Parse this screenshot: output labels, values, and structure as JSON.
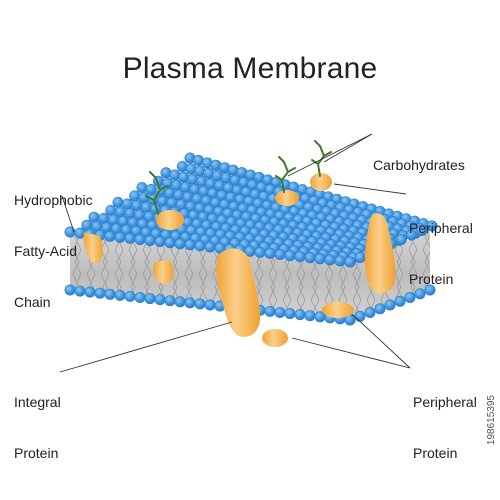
{
  "title": "Plasma Membrane",
  "labels": {
    "hydrophobic_chain": [
      "Hydrophobic",
      "Fatty-Acid",
      "Chain"
    ],
    "carbohydrates": [
      "Carbohydrates"
    ],
    "peripheral_protein_top": [
      "Peripheral",
      "Protein"
    ],
    "integral_protein": [
      "Integral",
      "Protein"
    ],
    "peripheral_protein_bottom": [
      "Peripheral",
      "Protein"
    ]
  },
  "watermark": "198615395",
  "colors": {
    "phospholipid_head": "#4a9fe6",
    "phospholipid_head_outline": "#2f7fc9",
    "tail_region": "#c9c9c9",
    "protein": "#f5b450",
    "protein_light": "#fbd7a0",
    "carbohydrate": "#3f7a2c",
    "leader_line": "#333333"
  },
  "icons": [
    "phospholipid-head-icon",
    "protein-icon",
    "carbohydrate-chain-icon"
  ]
}
